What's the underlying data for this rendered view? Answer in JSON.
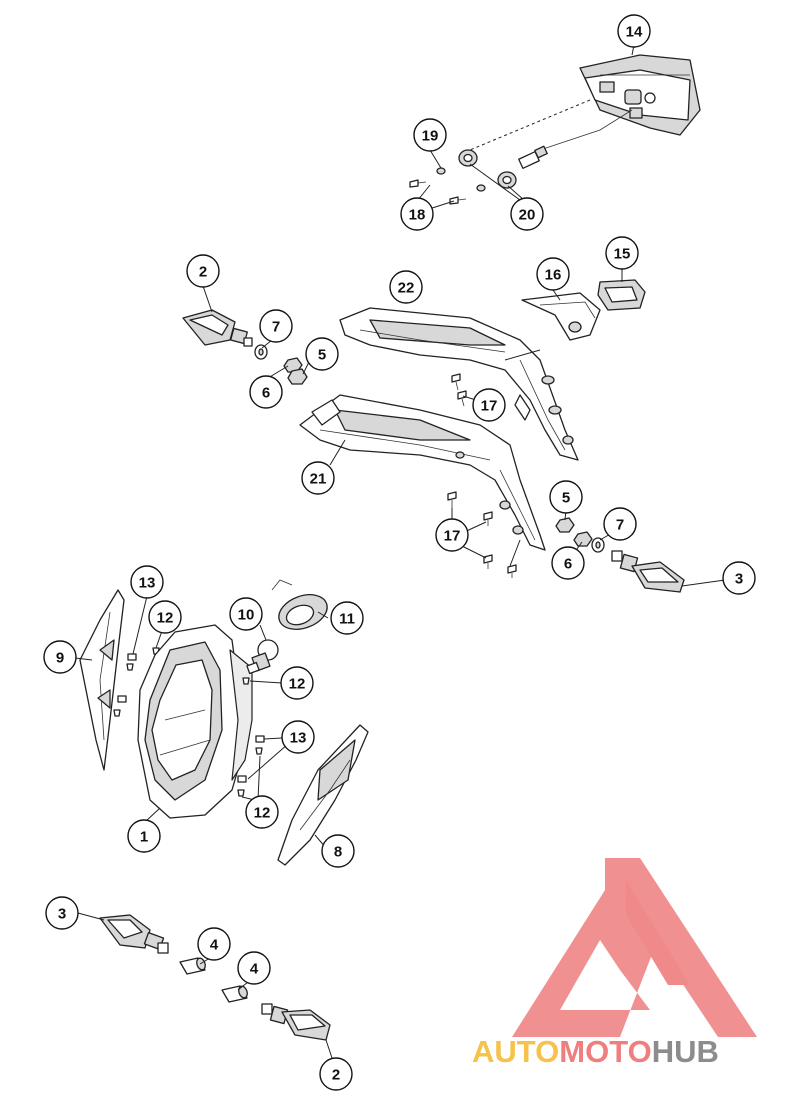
{
  "callouts": [
    {
      "id": "c14",
      "label": "14"
    },
    {
      "id": "c19",
      "label": "19"
    },
    {
      "id": "c18",
      "label": "18"
    },
    {
      "id": "c20",
      "label": "20"
    },
    {
      "id": "c2a",
      "label": "2"
    },
    {
      "id": "c22",
      "label": "22"
    },
    {
      "id": "c16",
      "label": "16"
    },
    {
      "id": "c15",
      "label": "15"
    },
    {
      "id": "c7a",
      "label": "7"
    },
    {
      "id": "c5a",
      "label": "5"
    },
    {
      "id": "c6a",
      "label": "6"
    },
    {
      "id": "c17a",
      "label": "17"
    },
    {
      "id": "c21",
      "label": "21"
    },
    {
      "id": "c5b",
      "label": "5"
    },
    {
      "id": "c17b",
      "label": "17"
    },
    {
      "id": "c7b",
      "label": "7"
    },
    {
      "id": "c6b",
      "label": "6"
    },
    {
      "id": "c3a",
      "label": "3"
    },
    {
      "id": "c13a",
      "label": "13"
    },
    {
      "id": "c10",
      "label": "10"
    },
    {
      "id": "c11",
      "label": "11"
    },
    {
      "id": "c12a",
      "label": "12"
    },
    {
      "id": "c9",
      "label": "9"
    },
    {
      "id": "c12b",
      "label": "12"
    },
    {
      "id": "c13b",
      "label": "13"
    },
    {
      "id": "c12c",
      "label": "12"
    },
    {
      "id": "c1",
      "label": "1"
    },
    {
      "id": "c8",
      "label": "8"
    },
    {
      "id": "c3b",
      "label": "3"
    },
    {
      "id": "c4a",
      "label": "4"
    },
    {
      "id": "c4b",
      "label": "4"
    },
    {
      "id": "c2b",
      "label": "2"
    }
  ],
  "watermark": {
    "part1": "AUTO",
    "part2": "MOTO",
    "part3": "HUB",
    "colors": {
      "logo": "#f08a8a",
      "auto": "#f6c24a",
      "moto": "#f07e7e",
      "hub": "#8c8c8c"
    }
  }
}
